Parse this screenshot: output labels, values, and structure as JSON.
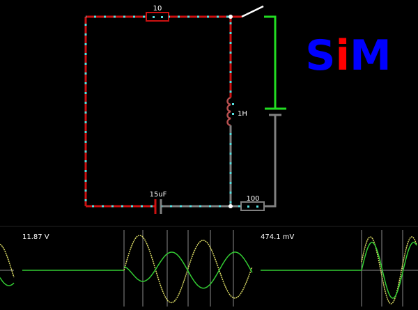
{
  "circuit": {
    "resistor_top_label": "10",
    "inductor_label": "1H",
    "capacitor_label": "15uF",
    "resistor_bottom_label": "100"
  },
  "logo": {
    "parts": [
      "S",
      "i",
      "M"
    ],
    "colors": [
      "#0000ff",
      "#ff0000",
      "#0000ff"
    ]
  },
  "colors": {
    "positive_voltage": "#cc1111",
    "zero_voltage": "#808080",
    "current_dots": "#55e0e0",
    "high_voltage": "#22dd22",
    "trace_voltage": "#dddd66",
    "trace_current": "#33cc33",
    "grid": "#8a8a8a"
  },
  "scopes": [
    {
      "value_label": "11.87 V"
    },
    {
      "value_label": "474.1 mV"
    }
  ],
  "chart_data": [
    {
      "type": "line",
      "title": "",
      "value_label": "11.87 V",
      "series": [
        {
          "values_summary": "damped sinusoid, yellow"
        },
        {
          "values_summary": "damped sinusoid, green"
        }
      ]
    },
    {
      "type": "line",
      "title": "",
      "value_label": "474.1 mV",
      "series": [
        {
          "values_summary": "sinusoid, yellow"
        },
        {
          "values_summary": "sinusoid, green"
        }
      ]
    }
  ]
}
